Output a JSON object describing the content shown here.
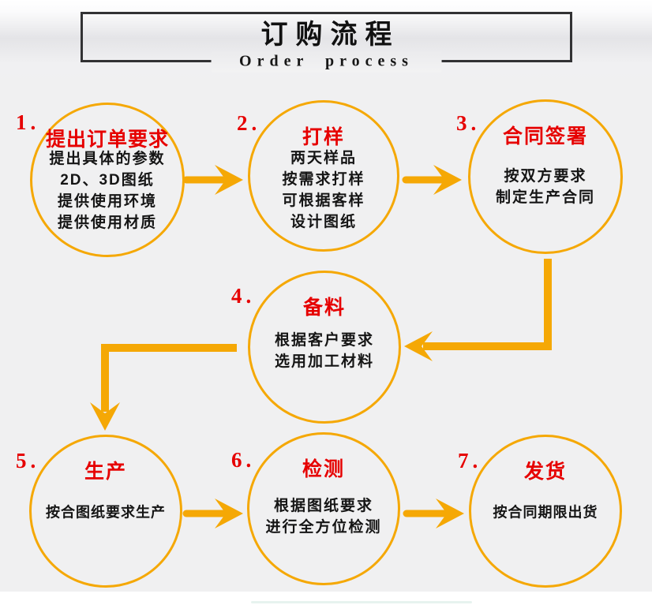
{
  "page": {
    "background": "#f0f0f1"
  },
  "colors": {
    "gold": "#F5A805",
    "red": "#E60000",
    "ink": "#151515",
    "frame": "#323234"
  },
  "header": {
    "title": "订购流程",
    "subtitle": "Order process"
  },
  "steps": [
    {
      "number": "1.",
      "title": "提出订单要求",
      "lines": [
        "提出具体的参数",
        "2D、3D图纸",
        "提供使用环境",
        "提供使用材质"
      ]
    },
    {
      "number": "2.",
      "title": "打样",
      "lines": [
        "两天样品",
        "按需求打样",
        "可根据客样",
        "设计图纸"
      ]
    },
    {
      "number": "3.",
      "title": "合同签署",
      "lines": [
        "按双方要求",
        "制定生产合同"
      ]
    },
    {
      "number": "4.",
      "title": "备料",
      "lines": [
        "根据客户要求",
        "选用加工材料"
      ]
    },
    {
      "number": "5.",
      "title": "生产",
      "lines": [
        "按合图纸要求生产"
      ]
    },
    {
      "number": "6.",
      "title": "检测",
      "lines": [
        "根据图纸要求",
        "进行全方位检测"
      ]
    },
    {
      "number": "7.",
      "title": "发货",
      "lines": [
        "按合同期限出货"
      ]
    }
  ]
}
